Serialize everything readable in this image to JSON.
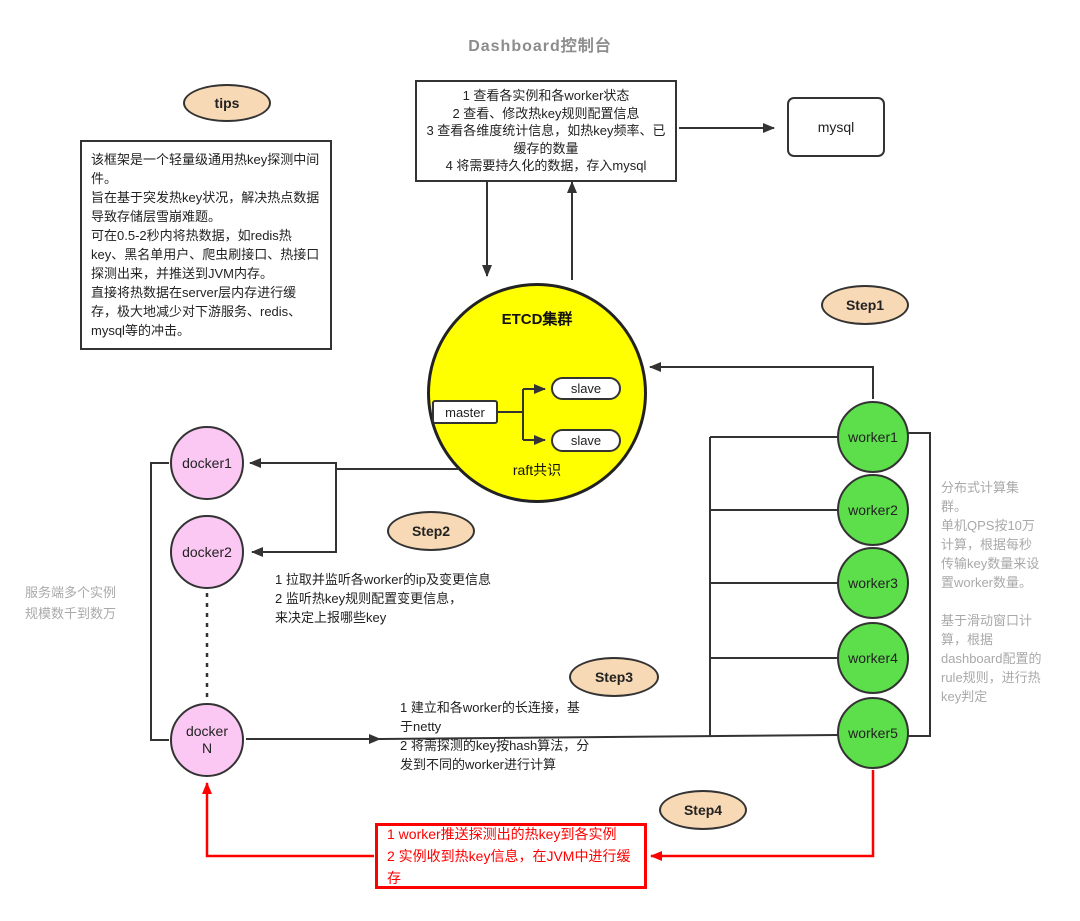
{
  "title": "Dashboard控制台",
  "colors": {
    "line": "#333333",
    "bubble": "#f8d9b5",
    "etcd-yellow": "#ffff00",
    "docker-pink": "#fbc8f4",
    "worker-green": "#5dde4b",
    "alert-red": "#ff0000",
    "note-gray": "#a9a9a9",
    "title-gray": "#8c8c8c"
  },
  "tips": {
    "label": "tips",
    "body": "该框架是一个轻量级通用热key探测中间件。\n旨在基于突发热key状况，解决热点数据导致存储层雪崩难题。\n可在0.5-2秒内将热数据，如redis热key、黑名单用户、爬虫刷接口、热接口探测出来，并推送到JVM内存。\n直接将热数据在server层内存进行缓存，极大地减少对下游服务、redis、mysql等的冲击。"
  },
  "dashboard": {
    "lines": [
      "1 查看各实例和各worker状态",
      "2 查看、修改热key规则配置信息",
      "3 查看各维度统计信息，如热key频率、已缓存的数量",
      "4 将需要持久化的数据，存入mysql"
    ]
  },
  "mysql_label": "mysql",
  "etcd": {
    "title": "ETCD集群",
    "master_label": "master",
    "slave1_label": "slave",
    "slave2_label": "slave",
    "caption": "raft共识"
  },
  "steps": {
    "step1": "Step1",
    "step2": "Step2",
    "step3": "Step3",
    "step4": "Step4"
  },
  "notes": {
    "step2": "1 拉取并监听各worker的ip及变更信息\n2 监听热key规则配置变更信息，\n来决定上报哪些key",
    "step3": "1 建立和各worker的长连接，基于netty\n2 将需探测的key按hash算法，分发到不同的worker进行计算",
    "left": "服务端多个实例\n规模数千到数万",
    "right": "分布式计算集群。\n单机QPS按10万计算，根据每秒传输key数量来设置worker数量。\n\n基于滑动窗口计算，根据dashboard配置的rule规则，进行热key判定"
  },
  "alert_box": "1 worker推送探测出的热key到各实例\n2 实例收到热key信息，在JVM中进行缓存",
  "dockers": [
    "docker1",
    "docker2",
    "docker\nN"
  ],
  "workers": [
    "worker1",
    "worker2",
    "worker3",
    "worker4",
    "worker5"
  ]
}
